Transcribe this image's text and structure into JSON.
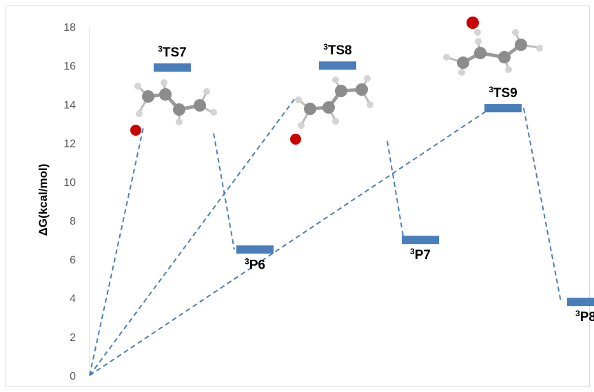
{
  "chart_data": {
    "type": "energy-profile",
    "ylabel": "ΔG(kcal/mol)",
    "ylim": [
      0,
      18
    ],
    "yticks": [
      0,
      2,
      4,
      6,
      8,
      10,
      12,
      14,
      16,
      18
    ],
    "grid": false,
    "levels": [
      {
        "id": "ts7",
        "sup": "3",
        "name": "TS7",
        "x": 2,
        "value": 15.9,
        "label_pos": "above"
      },
      {
        "id": "ts8",
        "sup": "3",
        "name": "TS8",
        "x": 6,
        "value": 16.0,
        "label_pos": "above"
      },
      {
        "id": "ts9",
        "sup": "3",
        "name": "TS9",
        "x": 10,
        "value": 13.8,
        "label_pos": "above"
      },
      {
        "id": "p6",
        "sup": "3",
        "name": "P6",
        "x": 4,
        "value": 6.5,
        "label_pos": "below"
      },
      {
        "id": "p7",
        "sup": "3",
        "name": "P7",
        "x": 8,
        "value": 7.0,
        "label_pos": "below"
      },
      {
        "id": "p8",
        "sup": "3",
        "name": "P8",
        "x": 12,
        "value": 3.8,
        "label_pos": "below"
      }
    ],
    "connectors": [
      {
        "from": [
          0,
          0
        ],
        "to": [
          1.3,
          12.8
        ]
      },
      {
        "from": [
          0,
          0
        ],
        "to": [
          5.0,
          14.4
        ]
      },
      {
        "from": [
          0,
          0
        ],
        "to": [
          9.7,
          13.8
        ]
      },
      {
        "from": [
          3.0,
          12.5
        ],
        "to": [
          3.5,
          6.5
        ]
      },
      {
        "from": [
          7.2,
          12.1
        ],
        "to": [
          7.6,
          7.0
        ]
      },
      {
        "from": [
          10.5,
          13.8
        ],
        "to": [
          11.4,
          3.8
        ]
      }
    ],
    "colors": {
      "level": "#4a7ebb",
      "connector": "#4a7ebb",
      "oxygen": "#cc0000",
      "carbon": "#8c8c8c",
      "hydrogen": "#d0d0d0"
    }
  }
}
